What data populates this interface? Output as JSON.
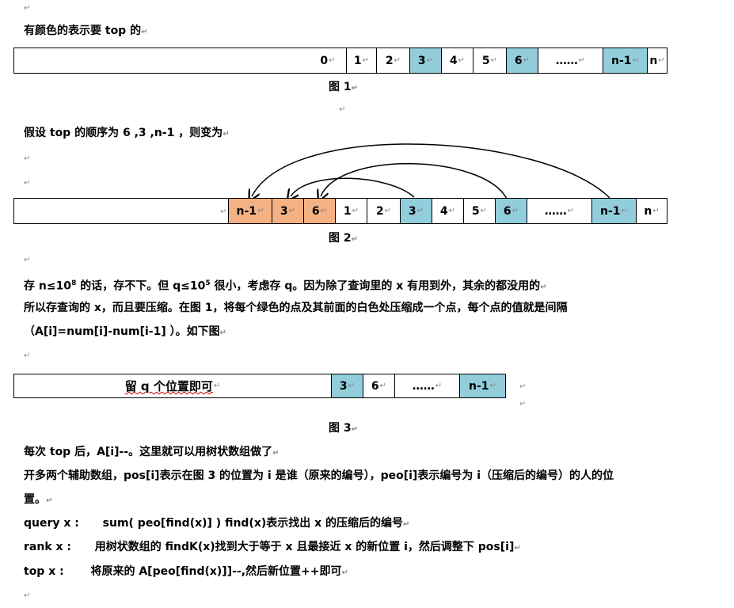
{
  "para_mark": "↵",
  "line1": "有颜色的表示要 top 的",
  "fig1": {
    "cells": [
      "0",
      "1",
      "2",
      "3",
      "4",
      "5",
      "6",
      "……",
      "n-1",
      "n"
    ],
    "caption": "图 1"
  },
  "line2": "假设 top 的顺序为 6 ,3 ,n-1 ，则变为",
  "fig2": {
    "cells": [
      "n-1",
      "3",
      "6",
      "1",
      "2",
      "3",
      "4",
      "5",
      "6",
      "……",
      "n-1",
      "n"
    ],
    "caption": "图 2"
  },
  "para3": {
    "l1_a": "存 n≤10",
    "l1_sup1": "8",
    "l1_b": " 的话，存不下。但 q≤10",
    "l1_sup2": "5",
    "l1_c": " 很小，考虑存 q。因为除了查询里的 x 有用到外，其余的都没用的",
    "l2": "所以存查询的  x，而且要压缩。在图  1，将每个绿色的点及其前面的白色处压缩成一个点，每个点的值就是间隔",
    "l3": "（A[i]=num[i]-num[i-1] ）。如下图"
  },
  "fig3": {
    "label": "留 q 个位置即可",
    "cells": [
      "3",
      "6",
      "……",
      "n-1"
    ],
    "caption": "图 3"
  },
  "para4": {
    "l1": "每次 top 后，A[i]--。这里就可以用树状数组做了",
    "l2": "开多两个辅助数组，pos[i]表示在图 3 的位置为 i 是谁（原来的编号），peo[i]表示编号为 i（压缩后的编号）的人的位",
    "l3": "置。",
    "query_label": "query x    :",
    "query_text": "sum( peo[find(x)] )      find(x)表示找出 x 的压缩后的编号",
    "rank_label": "rank x      :",
    "rank_text": "用树状数组的 findK(x)找到大于等于 x 且最接近 x 的新位置 i，然后调整下 pos[i]",
    "top_label": "top   x    :",
    "top_text": "将原来的 A[peo[find(x)]]--,然后新位置++即可"
  }
}
